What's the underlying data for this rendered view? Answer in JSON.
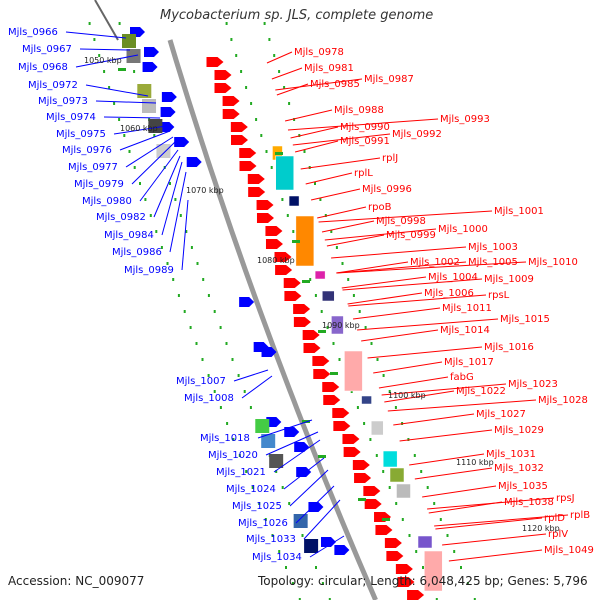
{
  "title": "Mycobacterium sp. JLS, complete genome",
  "accession": "Accession: NC_009077",
  "summary": "Topology: circular; Length: 6,048,425 bp; Genes: 5,796",
  "colors": {
    "minus": "#0000ff",
    "plus": "#ff0000",
    "backbone": "#999999",
    "ticks": "#22aa22"
  },
  "kbp_ticks": [
    "1050 kbp",
    "1060 kbp",
    "1070 kbp",
    "1080 kbp",
    "1090 kbp",
    "1100 kbp",
    "1110 kbp",
    "1120 kbp"
  ],
  "minus_labels": [
    "Mjls_0966",
    "Mjls_0967",
    "Mjls_0968",
    "Mjls_0972",
    "Mjls_0973",
    "Mjls_0974",
    "Mjls_0975",
    "Mjls_0976",
    "Mjls_0977",
    "Mjls_0979",
    "Mjls_0980",
    "Mjls_0982",
    "Mjls_0984",
    "Mjls_0986",
    "Mjls_0989",
    "Mjls_1007",
    "Mjls_1008",
    "Mjls_1018",
    "Mjls_1020",
    "Mjls_1021",
    "Mjls_1024",
    "Mjls_1025",
    "Mjls_1026",
    "Mjls_1033",
    "Mjls_1034"
  ],
  "plus_labels": [
    "Mjls_0978",
    "Mjls_0981",
    "Mjls_0985",
    "Mjls_0987",
    "Mjls_0988",
    "Mjls_0990",
    "Mjls_0993",
    "Mjls_0991",
    "Mjls_0992",
    "rplJ",
    "rplL",
    "Mjls_0996",
    "rpoB",
    "Mjls_0998",
    "Mjls_1001",
    "Mjls_0999",
    "Mjls_1000",
    "Mjls_1002",
    "Mjls_1003",
    "Mjls_1005",
    "Mjls_1010",
    "Mjls_1004",
    "Mjls_1009",
    "Mjls_1006",
    "rpsL",
    "Mjls_1011",
    "Mjls_1015",
    "Mjls_1014",
    "Mjls_1016",
    "Mjls_1017",
    "fabG",
    "Mjls_1023",
    "Mjls_1022",
    "Mjls_1028",
    "Mjls_1027",
    "Mjls_1029",
    "Mjls_1031",
    "Mjls_1032",
    "Mjls_1035",
    "Mjls_1038",
    "rpsJ",
    "rplB",
    "rplD",
    "rplV",
    "Mjls_1049"
  ]
}
